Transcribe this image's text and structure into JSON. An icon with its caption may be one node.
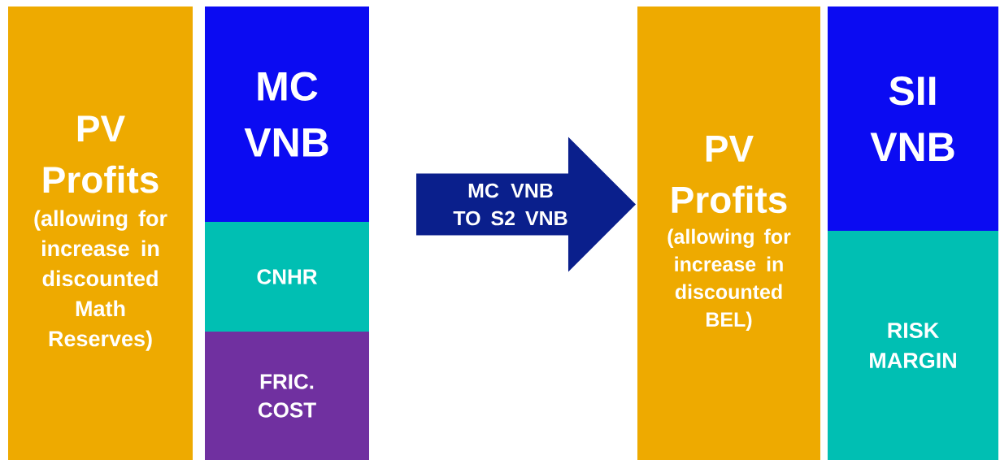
{
  "diagram": {
    "nodes": [
      {
        "text": [
          "PV Profits",
          "(allowing for increase in discounted Math Reserves)"
        ]
      },
      {
        "text": [
          "MC VNB"
        ]
      },
      {
        "text": [
          "CNHR"
        ]
      },
      {
        "text": [
          "FRIC. COST"
        ]
      },
      {
        "text": [
          "MC VNB TO S2 VNB"
        ]
      },
      {
        "text": [
          "PV Profits",
          "(allowing for increase in discounted BEL)"
        ]
      },
      {
        "text": [
          "SII VNB"
        ]
      },
      {
        "text": [
          "RISK MARGIN"
        ]
      }
    ]
  }
}
